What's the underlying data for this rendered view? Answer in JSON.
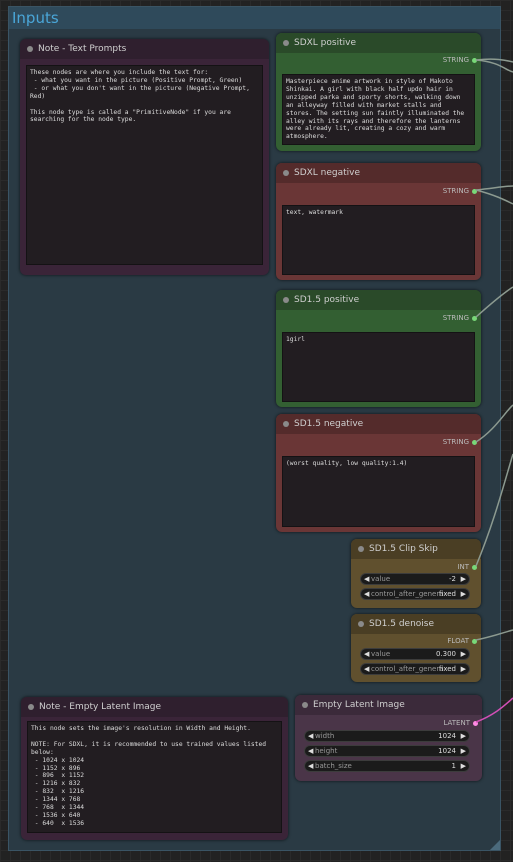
{
  "group": {
    "title": "Inputs",
    "color": "#2a3a44",
    "title_color": "#4aa6d8"
  },
  "nodes": {
    "note_text": {
      "title": "Note - Text Prompts",
      "text": "These nodes are where you include the text for:\n - what you want in the picture (Positive Prompt, Green)\n - or what you don't want in the picture (Negative Prompt, Red)\n\nThis node type is called a \"PrimitiveNode\" if you are searching for the node type."
    },
    "sdxl_pos": {
      "title": "SDXL positive",
      "output": "STRING",
      "text": "Masterpiece anime artwork in style of Makoto Shinkai. A girl with black half updo hair in unzipped parka and sporty shorts, walking down an alleyway filled with market stalls and stores. The setting sun faintly illuminated the alley with its rays and therefore the lanterns were already lit, creating a cozy and warm atmosphere."
    },
    "sdxl_neg": {
      "title": "SDXL negative",
      "output": "STRING",
      "text": "text, watermark"
    },
    "sd15_pos": {
      "title": "SD1.5 positive",
      "output": "STRING",
      "text": "1girl"
    },
    "sd15_neg": {
      "title": "SD1.5 negative",
      "output": "STRING",
      "text": "(worst quality, low quality:1.4)"
    },
    "clip_skip": {
      "title": "SD1.5 Clip Skip",
      "output": "INT",
      "widgets": [
        {
          "label": "value",
          "value": "-2"
        },
        {
          "label": "control_after_generate",
          "value": "fixed"
        }
      ]
    },
    "denoise": {
      "title": "SD1.5 denoise",
      "output": "FLOAT",
      "widgets": [
        {
          "label": "value",
          "value": "0.300"
        },
        {
          "label": "control_after_generate",
          "value": "fixed"
        }
      ]
    },
    "note_latent": {
      "title": "Note - Empty Latent Image",
      "text": "This node sets the image's resolution in Width and Height.\n\nNOTE: For SDXL, it is recommended to use trained values listed below:\n - 1024 x 1024\n - 1152 x 896\n - 896  x 1152\n - 1216 x 832\n - 832  x 1216\n - 1344 x 768\n - 768  x 1344\n - 1536 x 640\n - 640  x 1536"
    },
    "latent": {
      "title": "Empty Latent Image",
      "output": "LATENT",
      "widgets": [
        {
          "label": "width",
          "value": "1024"
        },
        {
          "label": "height",
          "value": "1024"
        },
        {
          "label": "batch_size",
          "value": "1"
        }
      ]
    }
  },
  "colors": {
    "positive": "#2f5a2e",
    "negative": "#6a3636",
    "note": "#3a2438",
    "widget_node": "#60502e",
    "latent_node": "#4a3548",
    "link": "#8c9a90",
    "latent_link": "#d24fb6",
    "string_socket": "#78d878",
    "latent_socket": "#ff8ae3"
  },
  "arrows": {
    "left": "◀",
    "right": "▶"
  }
}
